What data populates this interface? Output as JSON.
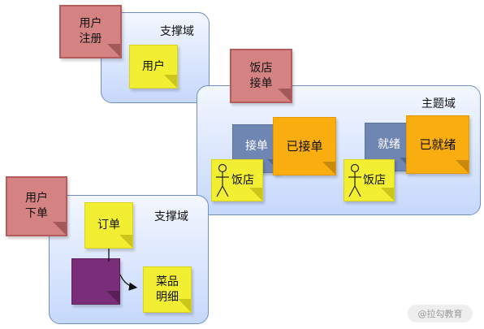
{
  "domains": {
    "support_top": "支撑域",
    "core": "主题域",
    "support_bottom": "支撑域"
  },
  "notes": {
    "user_register": "用户\n注册",
    "user": "用户",
    "restaurant_accept": "饭店\n接单",
    "accept_order": "接单",
    "order_accepted": "已接单",
    "restaurant_1": "饭店",
    "ready": "就绪",
    "already_ready": "已就绪",
    "restaurant_2": "饭店",
    "user_order": "用户\n下单",
    "order": "订单",
    "dish_detail": "菜品\n明细"
  },
  "watermark": "@拉勾教育",
  "colors": {
    "domain_fill": "#c6d8fb",
    "event_red": "#d58282",
    "aggregate_yellow": "#f2ef33",
    "event_orange": "#f9ad0f",
    "command_blue": "#6f86b3",
    "entity_purple": "#7a2d78"
  }
}
